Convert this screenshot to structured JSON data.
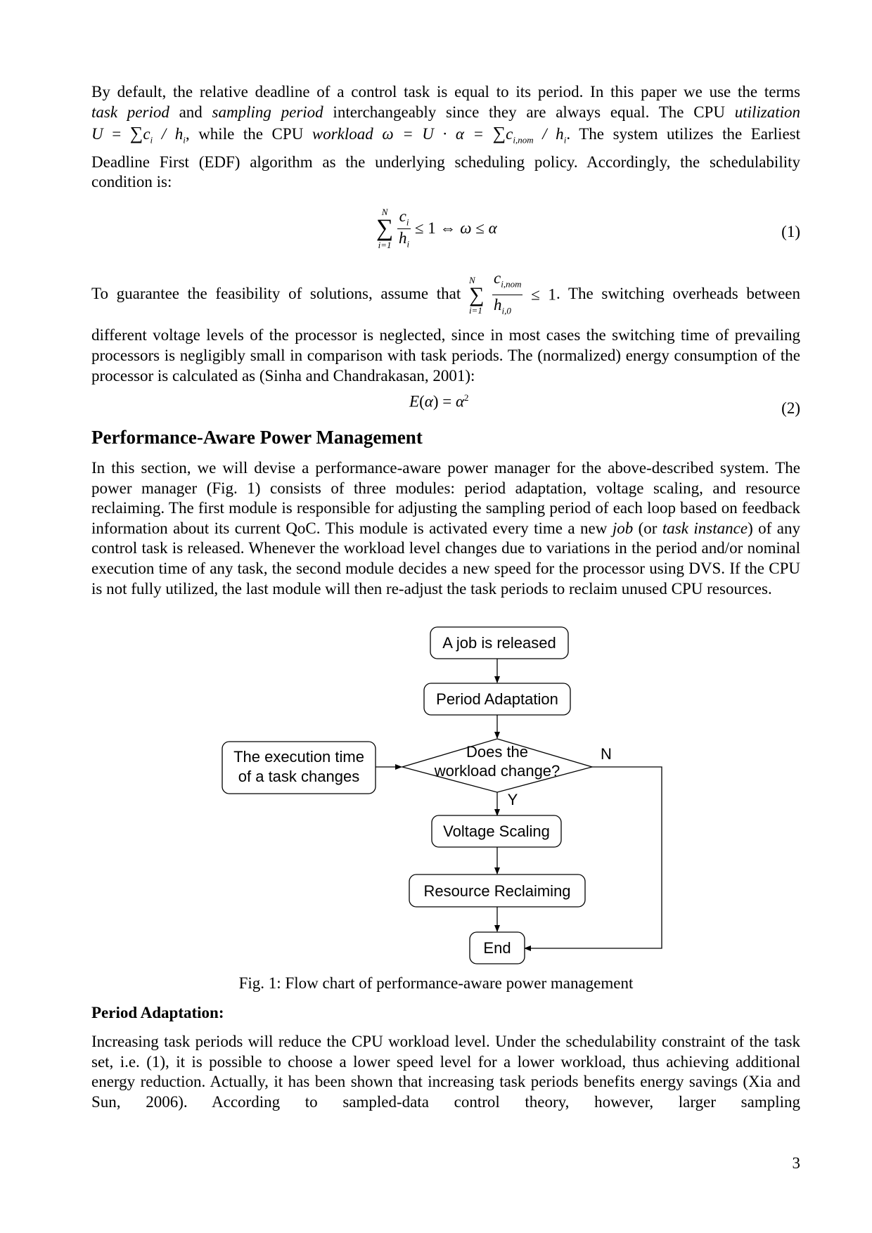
{
  "para1": {
    "line1": "By default, the relative deadline of a control task is equal to its period. In this paper we use the terms",
    "line2_a": "task period",
    "line2_b": " and ",
    "line2_c": "sampling period",
    "line2_d": " interchangeably since they are always equal. The CPU ",
    "line2_e": "utilization",
    "line3_a": ", while the CPU ",
    "line3_b": "workload",
    "line3_c": ". The system utilizes the Earliest",
    "line4": "Deadline First (EDF) algorithm as the underlying scheduling policy. Accordingly, the schedulability",
    "line5": "condition is:"
  },
  "eq1": {
    "number": "(1)"
  },
  "para2": {
    "lead": "To guarantee the feasibility of solutions, assume that",
    "tail": ". The switching overheads between",
    "rest": "different voltage levels of the processor is neglected, since in most cases the switching time of prevailing processors is negligibly small in comparison with task periods. The (normalized) energy consumption of the processor is calculated as (Sinha and Chandrakasan, 2001):"
  },
  "eq2": {
    "number": "(2)"
  },
  "section": {
    "title": "Performance-Aware Power Management"
  },
  "para3": {
    "a": "In this section, we will devise a performance-aware power manager for the above-described system. The power manager (Fig. 1) consists of three modules: period adaptation, voltage scaling, and resource reclaiming. The first module is responsible for adjusting the sampling period of each loop based on feedback information about its current QoC. This module is activated every time a new ",
    "b": "job",
    "c": " (or ",
    "d": "task instance",
    "e": ") of any control task is released. Whenever the workload level changes due to variations in the period and/or nominal execution time of any task, the second module decides a new speed for the processor using DVS. If the CPU is not fully utilized, the last module will then re-adjust the task periods to reclaim unused CPU resources."
  },
  "flowchart": {
    "start": "A job is released",
    "period": "Period Adaptation",
    "decision_line1": "Does the",
    "decision_line2": "workload change?",
    "exec_line1": "The execution time",
    "exec_line2": "of a task changes",
    "no_label": "N",
    "yes_label": "Y",
    "voltage": "Voltage Scaling",
    "reclaim": "Resource Reclaiming",
    "end": "End"
  },
  "figure_caption": "Fig. 1: Flow chart of performance-aware power management",
  "subsection": {
    "title": "Period Adaptation:"
  },
  "para4": "Increasing task periods will reduce the CPU workload level. Under the schedulability constraint of the task set, i.e. (1), it is possible to choose a lower speed level for a lower workload, thus achieving additional energy reduction. Actually, it has been shown that increasing task periods benefits energy savings (Xia and Sun, 2006). According to sampled-data control theory, however, larger sampling",
  "page_number": "3"
}
